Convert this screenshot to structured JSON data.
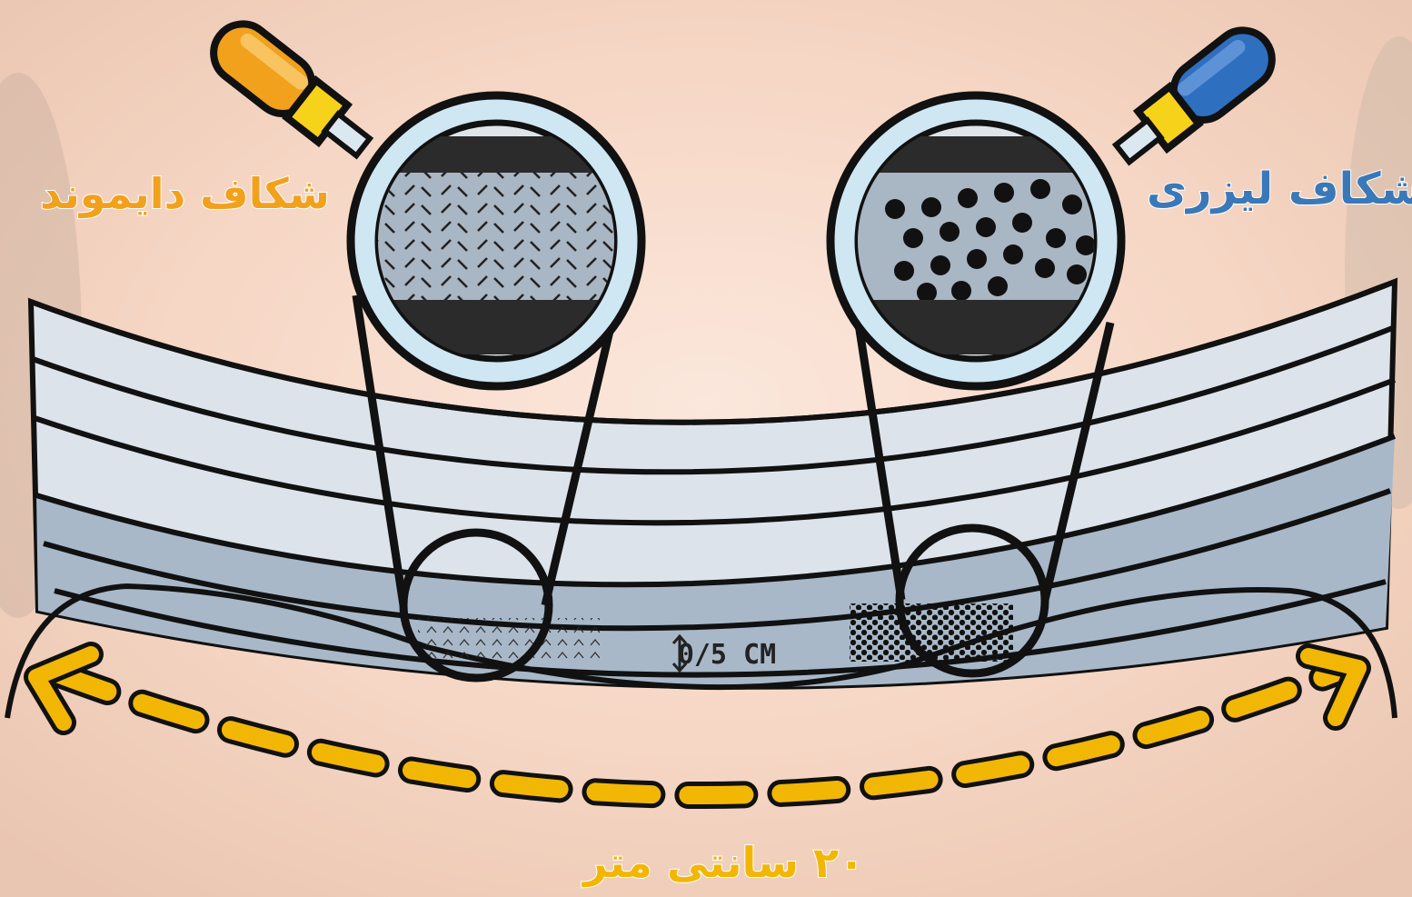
{
  "labels": {
    "diamond_incision": "شکاف دایموند",
    "laser_incision": "شکاف لیزری",
    "incision_length": "۲۰ سانتی متر",
    "depth": "0/5 CM"
  },
  "icons": {
    "diamond_scalpel": "diamond-scalpel-icon",
    "laser_scalpel": "laser-scalpel-icon",
    "magnifier": "magnifier-icon",
    "arrow": "double-arrow-icon"
  },
  "colors": {
    "background": "#f6dccb",
    "outline": "#111111",
    "tissue_layer": "#a8b8c8",
    "lens_ring": "#cfe6f3",
    "diamond_accent": "#f2a11d",
    "laser_accent": "#2f6fbf",
    "ferrule": "#f7d21a",
    "arrow": "#f2b705",
    "diamond_label": "#f2a11d",
    "laser_label": "#3b78b8",
    "length_label": "#f2b705"
  }
}
